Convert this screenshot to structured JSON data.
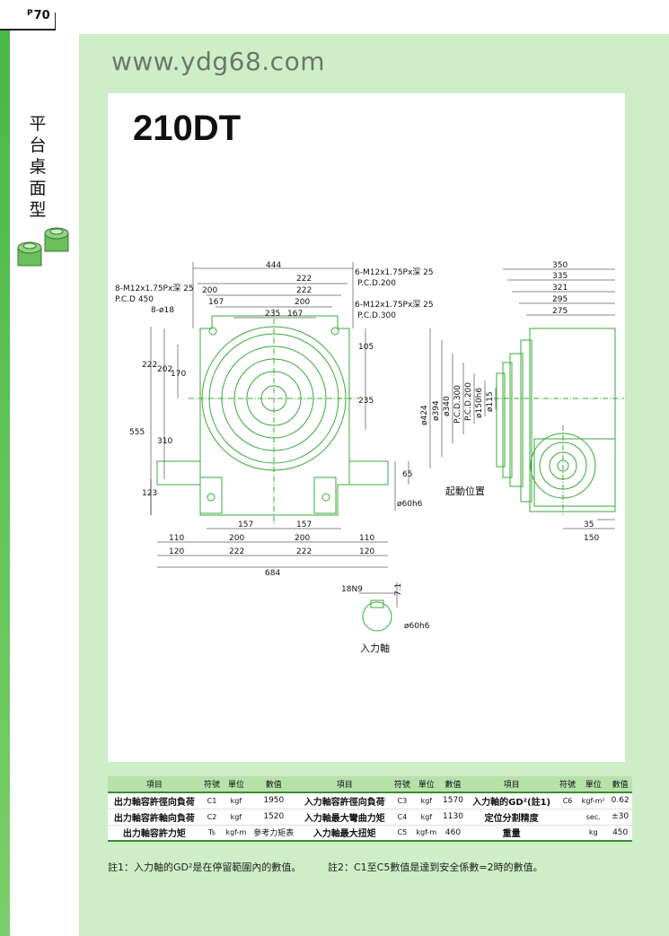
{
  "page": {
    "number": "70",
    "prefix": "P"
  },
  "side": {
    "title": "平台桌面型"
  },
  "header": {
    "website": "www.ydg68.com",
    "model": "210DT"
  },
  "drawing": {
    "front_view": {
      "top_width": "444",
      "holes_outer": "8-M12x1.75Px深 25",
      "holes_outer_pcd": "P.C.D 450",
      "holes_corner": "8-ø18",
      "holes_mid": "6-M12x1.75Px深 25",
      "holes_mid_pcd": "P.C.D.200",
      "holes_inner": "6-M12x1.75Px深 25",
      "holes_inner_pcd": "P.C.D.300",
      "top_dims": [
        "222",
        "222",
        "200",
        "200",
        "167",
        "167",
        "235"
      ],
      "left_dims": [
        "222",
        "202",
        "170",
        "555",
        "310",
        "123"
      ],
      "right_dims": [
        "105",
        "235",
        "65",
        "ø60h6"
      ],
      "bottom_dims": [
        "157",
        "157",
        "110",
        "200",
        "200",
        "110",
        "120",
        "222",
        "222",
        "120"
      ],
      "overall_width": "684"
    },
    "side_view": {
      "top_dims": [
        "350",
        "335",
        "321",
        "295",
        "275"
      ],
      "diameters": [
        "ø424",
        "ø394",
        "ø340",
        "P.C.D.300",
        "P.C.D.200",
        "ø150h6",
        "ø115"
      ],
      "start_position": "起動位置",
      "bottom_dims": [
        "35",
        "150"
      ]
    },
    "input_shaft": {
      "key_width": "18N9",
      "key_depth": "7.1",
      "diameter": "ø60h6",
      "label": "入力軸"
    }
  },
  "spec_table": {
    "headers": [
      "項目",
      "符號",
      "單位",
      "數值",
      "項目",
      "符號",
      "單位",
      "數值",
      "項目",
      "符號",
      "單位",
      "數值"
    ],
    "rows": [
      [
        "出力軸容許徑向負荷",
        "C1",
        "kgf",
        "1950",
        "入力軸容許徑向負荷",
        "C3",
        "kgf",
        "1570",
        "入力軸的GD²(註1)",
        "C6",
        "kgf-m²",
        "0.62"
      ],
      [
        "出力軸容許軸向負荷",
        "C2",
        "kgf",
        "1520",
        "入力軸最大彎曲力矩",
        "C4",
        "kgf",
        "1130",
        "定位分割精度",
        "",
        "sec.",
        "±30"
      ],
      [
        "出力軸容許力矩",
        "Ts",
        "kgf-m",
        "參考力矩表",
        "入力軸最大扭矩",
        "C5",
        "kgf-m",
        "460",
        "重量",
        "",
        "kg",
        "450"
      ]
    ]
  },
  "notes": {
    "note1": "註1：入力軸的GD²是在停留範圍內的數值。",
    "note2": "註2：C1至C5數值是達到安全係數=2時的數值。"
  },
  "colors": {
    "panel_green": "#cdeec6",
    "line_green": "#3aa83a",
    "side_strip": "#48b848"
  }
}
